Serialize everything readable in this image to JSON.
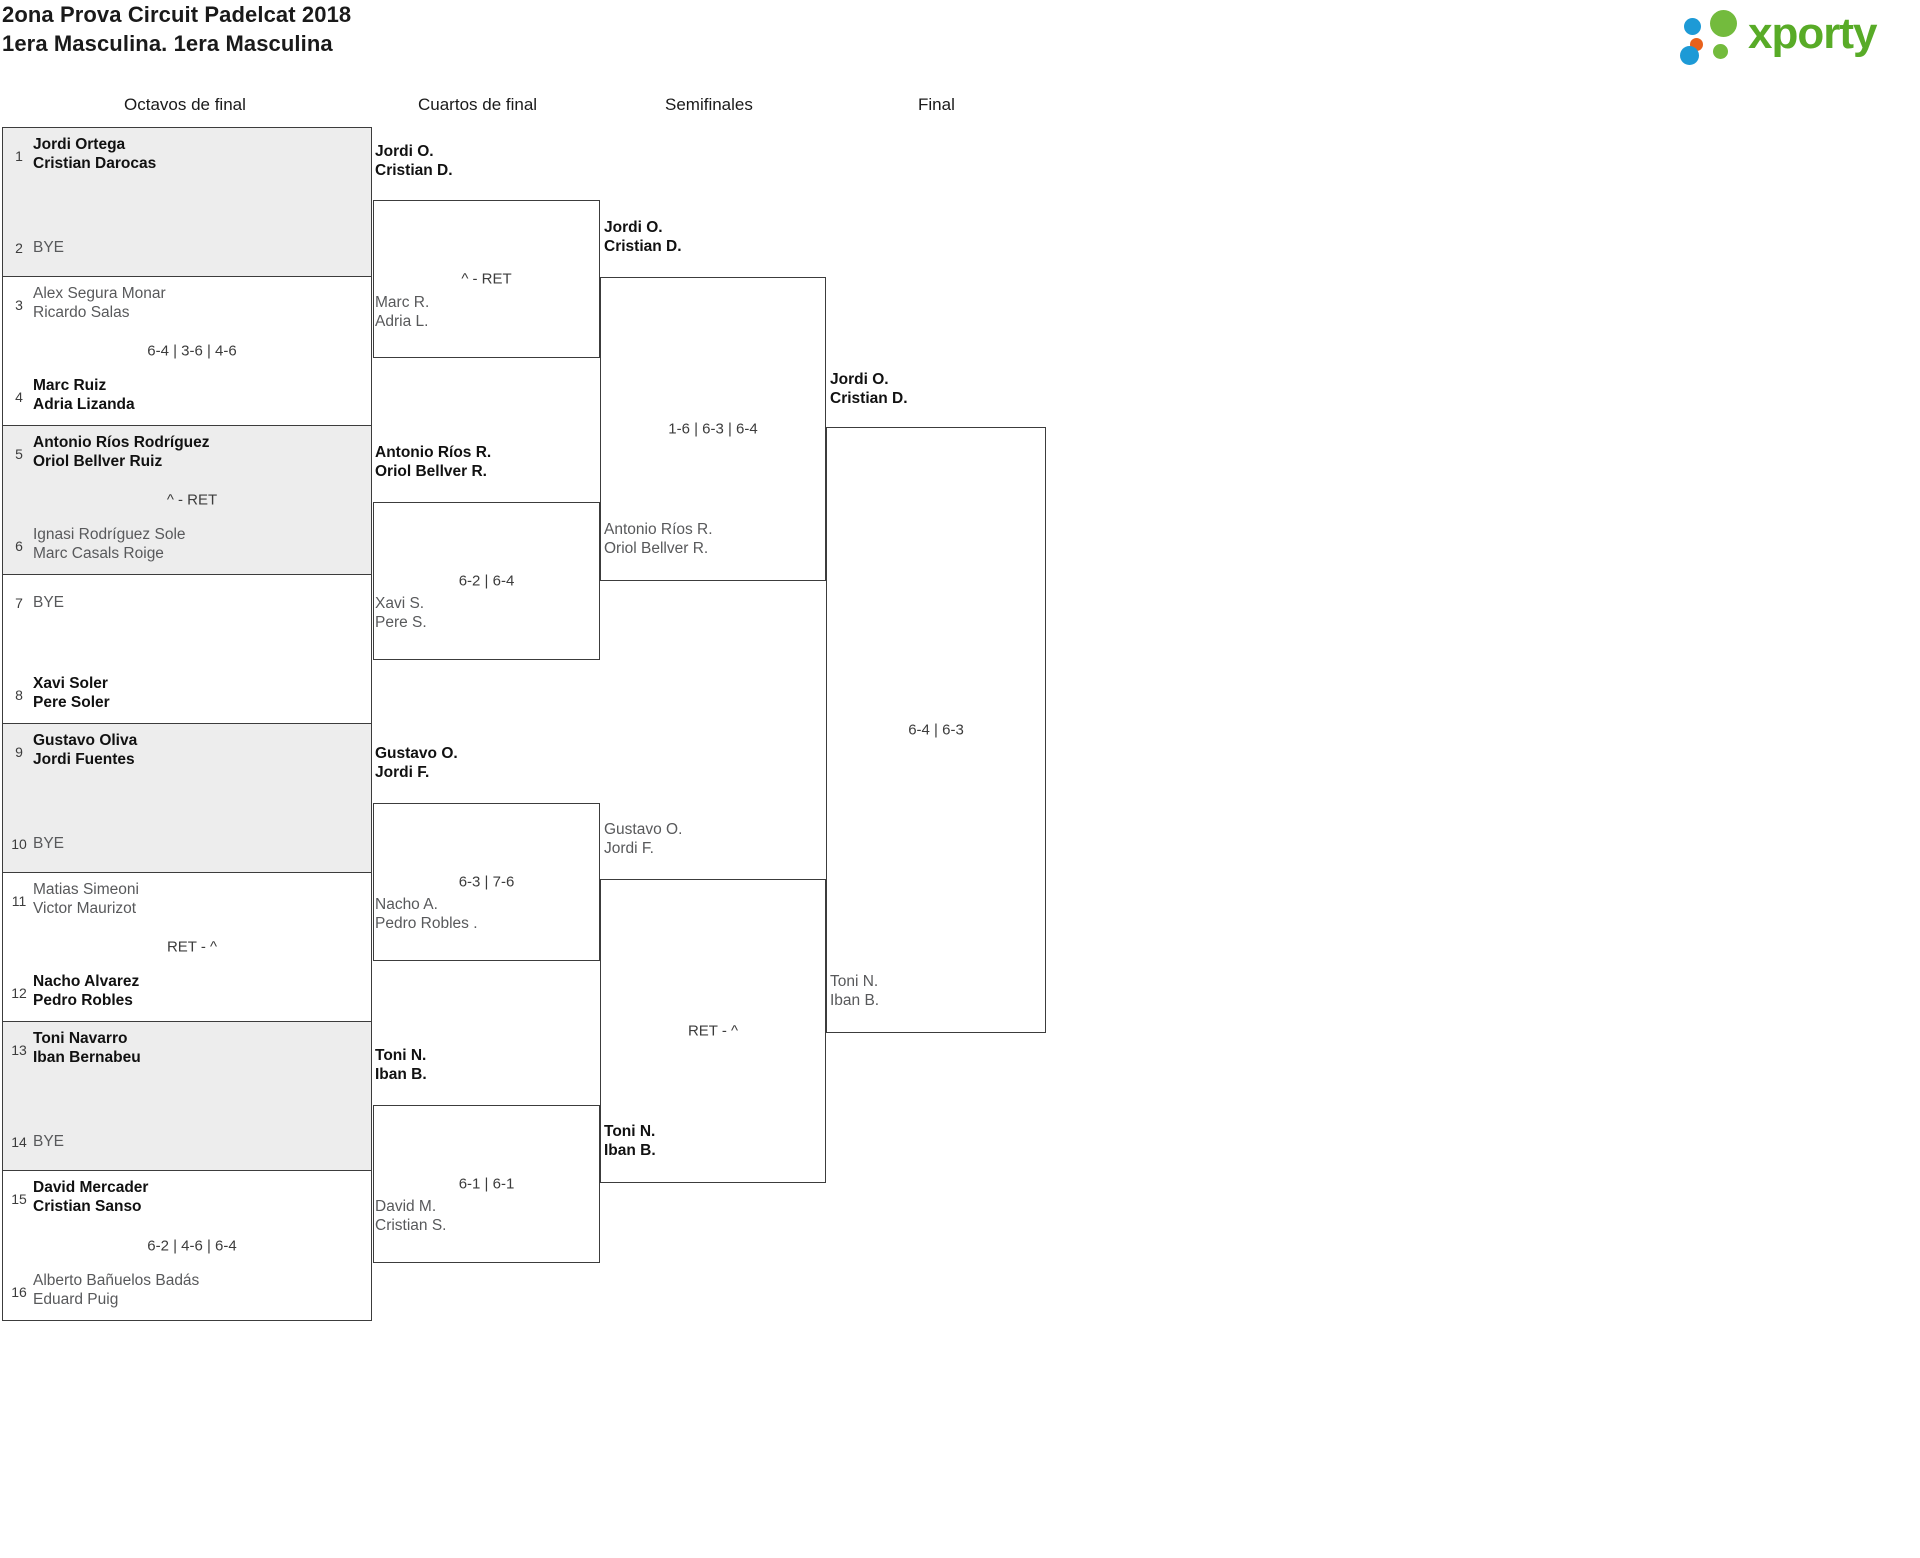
{
  "header": {
    "title_line1": "2ona Prova Circuit Padelcat 2018",
    "title_line2": "1era Masculina. 1era Masculina",
    "logo_text": "xporty",
    "logo_colors": {
      "wordmark": "#58ab27",
      "blue": "#1d9ad6",
      "orange": "#e8611c",
      "green": "#73bb3d"
    }
  },
  "rounds": {
    "r16_label": "Octavos de final",
    "qf_label": "Cuartos de final",
    "sf_label": "Semifinales",
    "final_label": "Final"
  },
  "r16": [
    {
      "seed_top": "1",
      "top_p1": "Jordi Ortega",
      "top_p2": "Cristian Darocas",
      "seed_bottom": "2",
      "bottom_p1": "BYE",
      "bottom_p2": "",
      "score": ""
    },
    {
      "seed_top": "3",
      "top_p1": "Alex Segura Monar",
      "top_p2": "Ricardo Salas",
      "seed_bottom": "4",
      "bottom_p1": "Marc Ruiz",
      "bottom_p2": "Adria Lizanda",
      "score": "6-4 | 3-6 | 4-6"
    },
    {
      "seed_top": "5",
      "top_p1": "Antonio Ríos Rodríguez",
      "top_p2": "Oriol Bellver Ruiz",
      "seed_bottom": "6",
      "bottom_p1": "Ignasi Rodríguez Sole",
      "bottom_p2": "Marc Casals Roige",
      "score": "^ - RET"
    },
    {
      "seed_top": "7",
      "top_p1": "BYE",
      "top_p2": "",
      "seed_bottom": "8",
      "bottom_p1": "Xavi Soler",
      "bottom_p2": "Pere Soler",
      "score": ""
    },
    {
      "seed_top": "9",
      "top_p1": "Gustavo Oliva",
      "top_p2": "Jordi Fuentes",
      "seed_bottom": "10",
      "bottom_p1": "BYE",
      "bottom_p2": "",
      "score": ""
    },
    {
      "seed_top": "11",
      "top_p1": "Matias Simeoni",
      "top_p2": "Victor Maurizot",
      "seed_bottom": "12",
      "bottom_p1": "Nacho Alvarez",
      "bottom_p2": "Pedro Robles",
      "score": "RET - ^"
    },
    {
      "seed_top": "13",
      "top_p1": "Toni Navarro",
      "top_p2": "Iban Bernabeu",
      "seed_bottom": "14",
      "bottom_p1": "BYE",
      "bottom_p2": "",
      "score": ""
    },
    {
      "seed_top": "15",
      "top_p1": "David Mercader",
      "top_p2": "Cristian Sanso",
      "seed_bottom": "16",
      "bottom_p1": "Alberto Bañuelos Badás",
      "bottom_p2": "Eduard Puig",
      "score": "6-2 | 4-6 | 6-4"
    }
  ],
  "qf": [
    {
      "top_p1": "Jordi O.",
      "top_p2": "Cristian D.",
      "bottom_p1": "Marc R.",
      "bottom_p2": "Adria L.",
      "score": "^ - RET"
    },
    {
      "top_p1": "Antonio Ríos R.",
      "top_p2": "Oriol Bellver R.",
      "bottom_p1": "Xavi S.",
      "bottom_p2": "Pere S.",
      "score": "6-2 | 6-4"
    },
    {
      "top_p1": "Gustavo O.",
      "top_p2": "Jordi F.",
      "bottom_p1": "Nacho A.",
      "bottom_p2": "Pedro Robles .",
      "score": "6-3 | 7-6"
    },
    {
      "top_p1": "Toni N.",
      "top_p2": "Iban B.",
      "bottom_p1": "David M.",
      "bottom_p2": "Cristian S.",
      "score": "6-1 | 6-1"
    }
  ],
  "sf": [
    {
      "top_p1": "Jordi O.",
      "top_p2": "Cristian D.",
      "bottom_p1": "Antonio Ríos R.",
      "bottom_p2": "Oriol Bellver R.",
      "score": "1-6 | 6-3 | 6-4"
    },
    {
      "top_p1": "Gustavo O.",
      "top_p2": "Jordi F.",
      "bottom_p1": "Toni N.",
      "bottom_p2": "Iban B.",
      "score": "RET - ^"
    }
  ],
  "final": {
    "top_p1": "Jordi O.",
    "top_p2": "Cristian D.",
    "bottom_p1": "Toni N.",
    "bottom_p2": "Iban B.",
    "score": "6-4 | 6-3"
  }
}
